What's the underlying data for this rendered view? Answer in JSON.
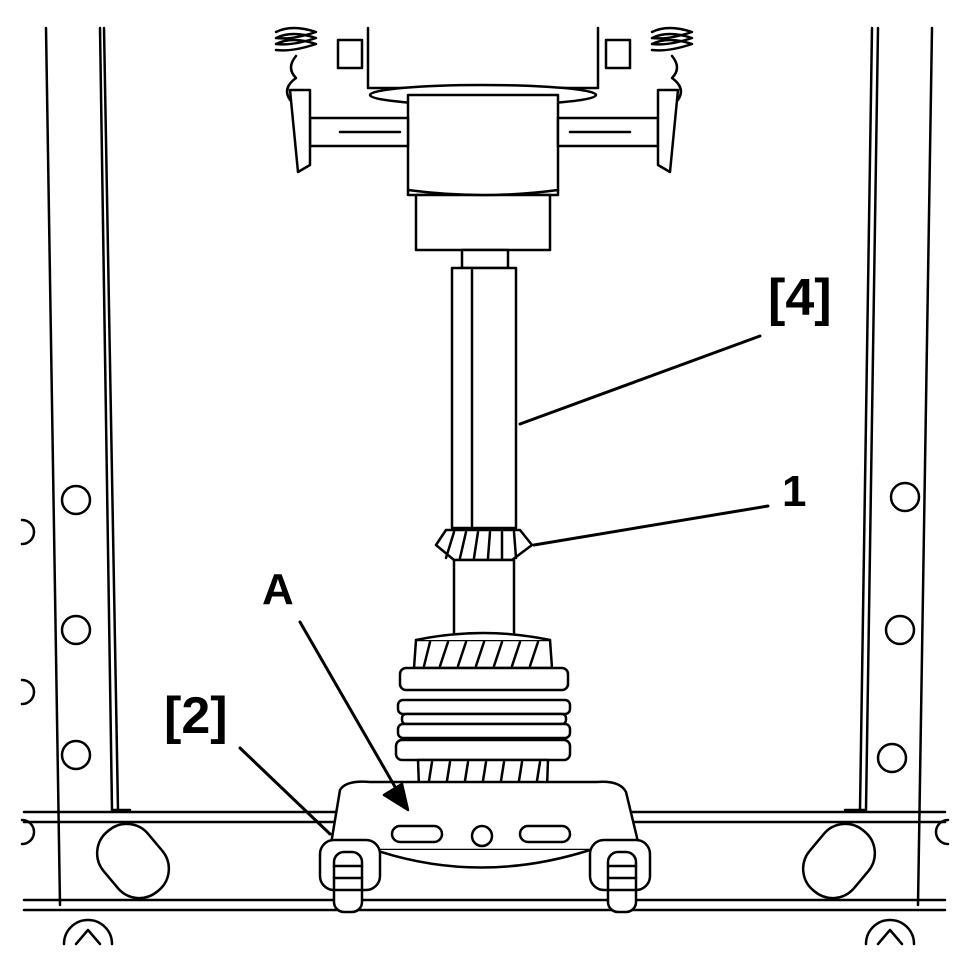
{
  "callouts": {
    "tool_4": "[4]",
    "part_1": "1",
    "detail_a": "A",
    "tool_2": "[2]"
  },
  "colors": {
    "line": "#000000",
    "background": "#ffffff"
  }
}
